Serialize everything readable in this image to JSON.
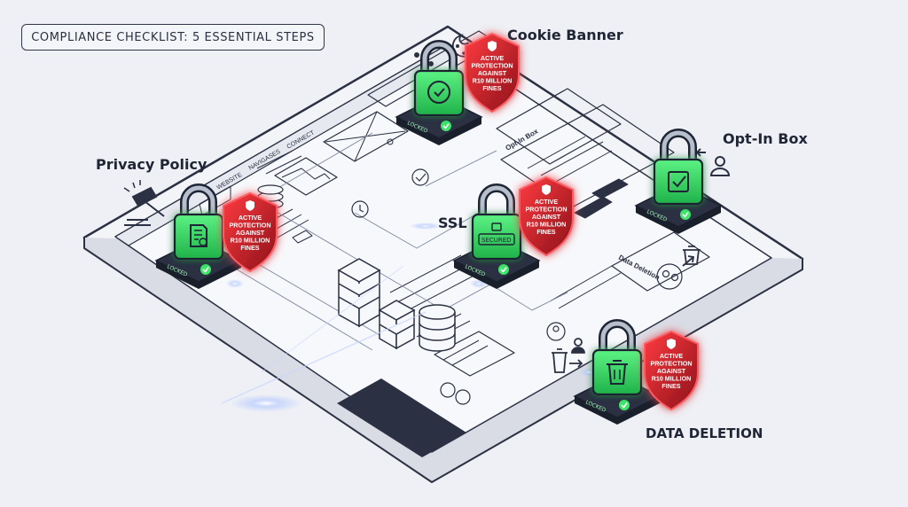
{
  "title": "COMPLIANCE CHECKLIST: 5 ESSENTIAL STEPS",
  "callouts": {
    "cookie_banner": "Cookie Banner",
    "privacy_policy": "Privacy Policy",
    "ssl": "SSL",
    "opt_in_box": "Opt-In Box",
    "data_deletion": "DATA DELETION"
  },
  "shield_text": [
    "ACTIVE",
    "PROTECTION",
    "AGAINST",
    "R10 MILLION",
    "FINES"
  ],
  "lock_status": "LOCKED",
  "wireframe": {
    "nav": [
      "WEBSITE",
      "NAVIGASES",
      "CONNECT"
    ],
    "optin_heading": "Opt-In Box",
    "data_deletion_label": "Data Deletion",
    "secured_label": "SECURED"
  },
  "colors": {
    "lock_green": "#3ee66a",
    "shield_red": "#e3262e",
    "ink": "#2b3142",
    "background": "#eef0f5"
  }
}
